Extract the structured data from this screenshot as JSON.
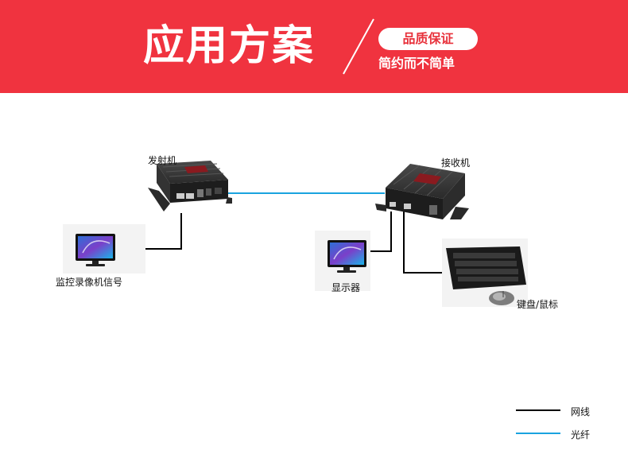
{
  "header": {
    "title": "应用方案",
    "badge": "品质保证",
    "slogan": "简约而不简单"
  },
  "diagram": {
    "transmitter_label": "发射机",
    "receiver_label": "接收机",
    "source_label": "监控录像机信号",
    "monitor_label": "显示器",
    "peripherals_label": "键盘/鼠标",
    "legend": {
      "network_cable": "网线",
      "fiber": "光纤"
    }
  },
  "colors": {
    "banner": "#f0333f",
    "network_line": "#000000",
    "fiber_line": "#1aa3df"
  }
}
